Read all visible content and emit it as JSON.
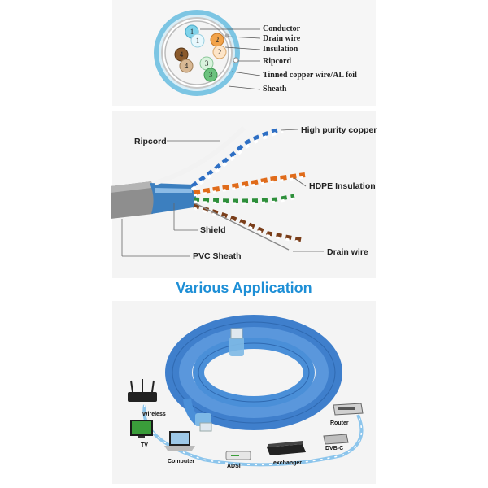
{
  "cross_section": {
    "labels": [
      "Conductor",
      "Drain wire",
      "Insulation",
      "Ripcord",
      "Tinned copper wire/AL foil",
      "Sheath"
    ],
    "pair_numbers": [
      "1",
      "1",
      "2",
      "2",
      "3",
      "3",
      "4",
      "4"
    ]
  },
  "cable_diagram": {
    "labels": {
      "ripcord": "Ripcord",
      "high_purity_copper": "High purity copper",
      "hdpe_insulation": "HDPE Insulation",
      "shield": "Shield",
      "pvc_sheath": "PVC Sheath",
      "drain_wire": "Drain wire"
    }
  },
  "application": {
    "title": "Various Application",
    "devices": [
      "Wireless",
      "TV",
      "Computer",
      "ADSl",
      "exchanger",
      "DVB-C",
      "Router"
    ]
  },
  "colors": {
    "accent": "#1e8fd6",
    "cable_blue": "#4a8fd8",
    "sheath_gray": "#9a9a9a"
  },
  "icons": [
    "router-icon",
    "tv-icon",
    "laptop-icon",
    "modem-icon",
    "switch-icon",
    "settop-box-icon",
    "rack-router-icon"
  ]
}
